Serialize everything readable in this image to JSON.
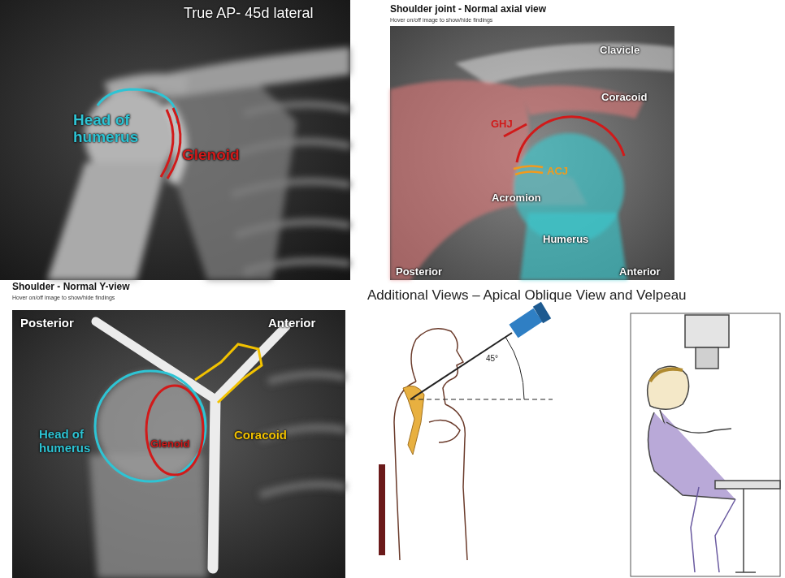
{
  "diagram": {
    "labels": [
      "True AP- 45d lateral",
      "Head of humerus",
      "Glenoid",
      "Shoulder joint - Normal axial view",
      "Hover on/off image to show/hide findings",
      "Clavicle",
      "Coracoid",
      "GHJ",
      "ACJ",
      "Acromion",
      "Humerus",
      "Posterior",
      "Anterior",
      "Shoulder - Normal Y-view",
      "Hover on/off image to show/hide findings",
      "Posterior",
      "Anterior",
      "Head of humerus",
      "Glenoid",
      "Coracoid",
      "Additional Views – Apical Oblique View and Velpeau",
      "45°"
    ]
  }
}
